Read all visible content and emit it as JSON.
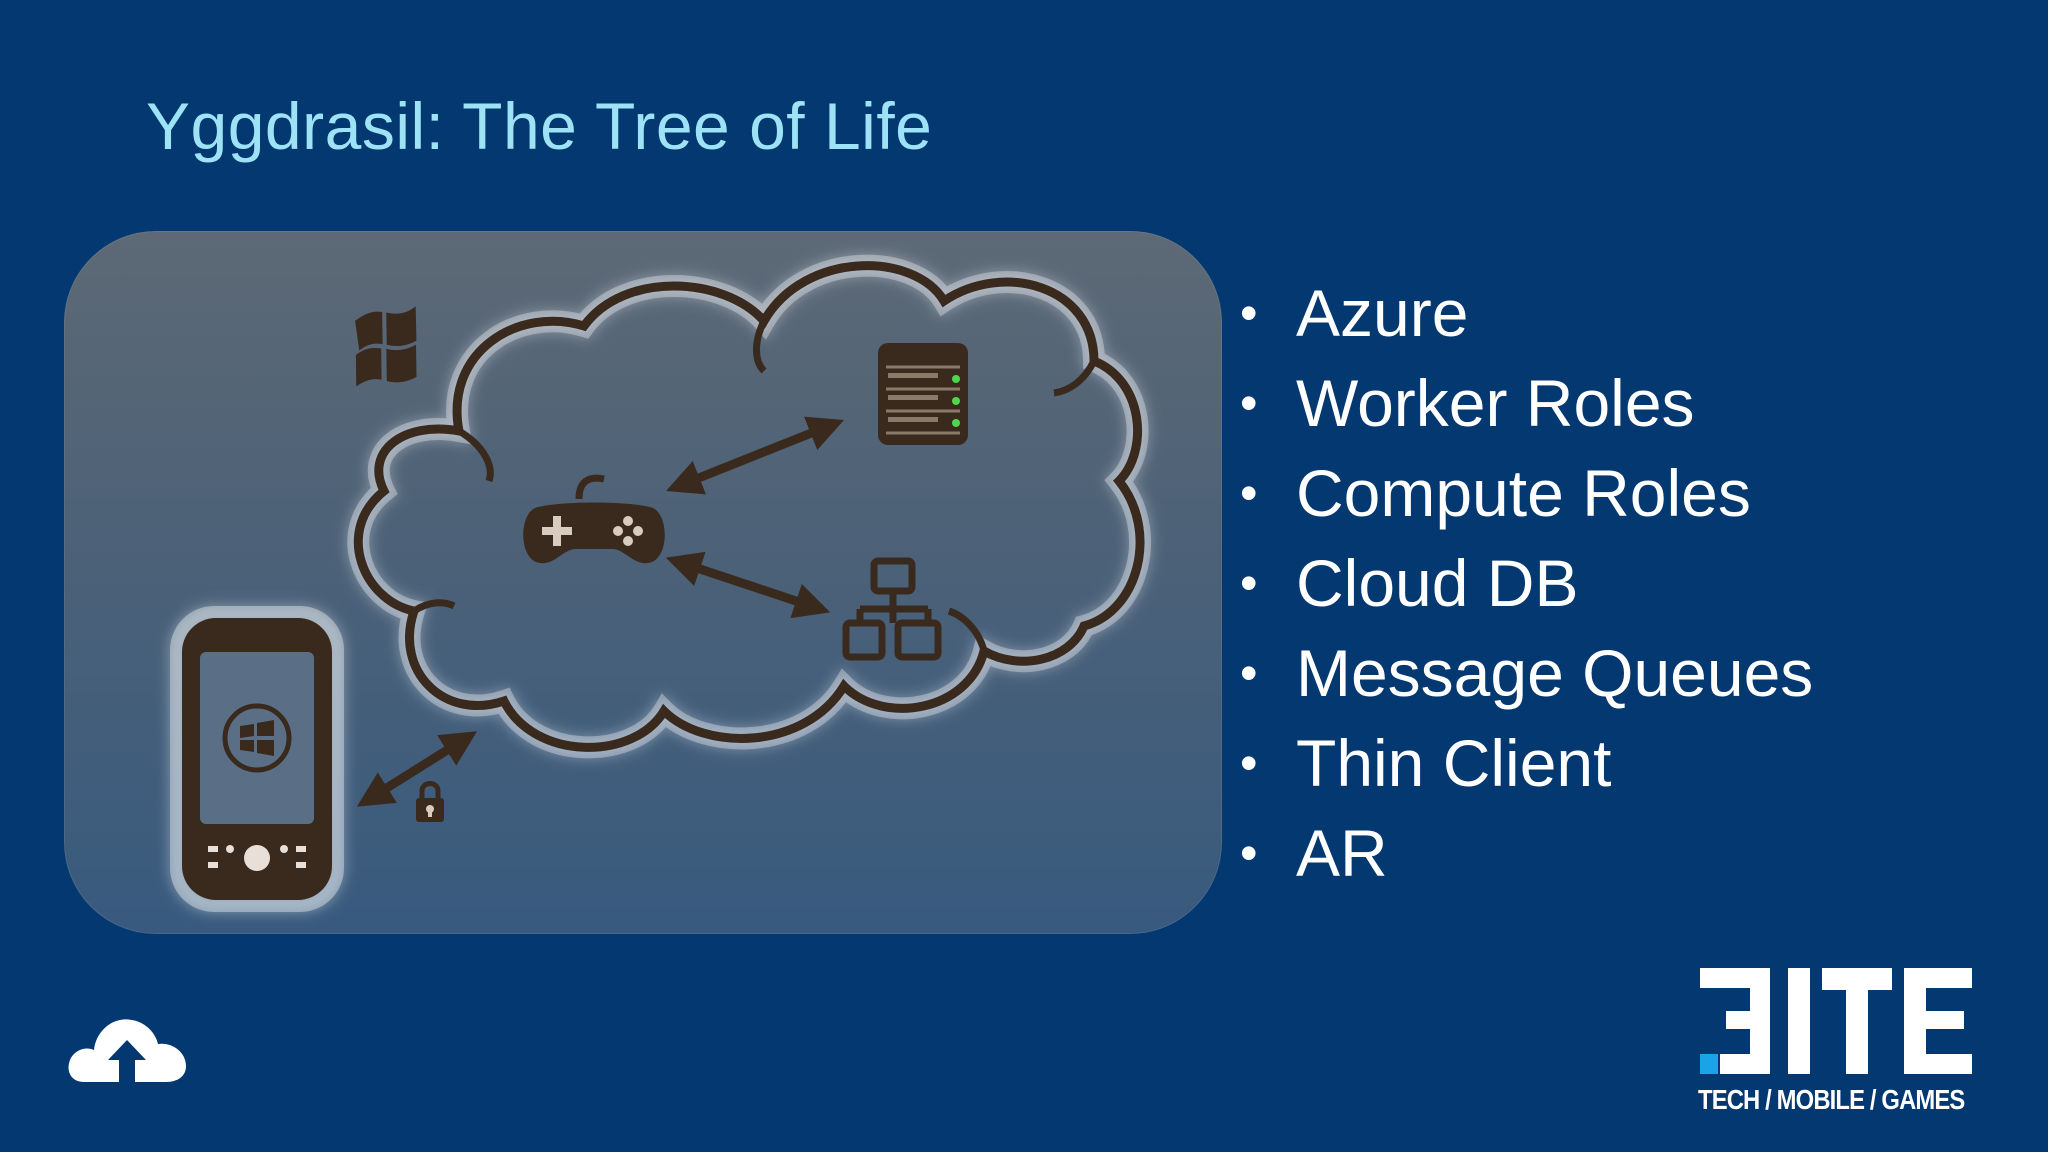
{
  "slide": {
    "title": "Yggdrasil: The Tree of Life",
    "bullets": [
      "Azure",
      "Worker Roles",
      "Compute Roles",
      "Cloud DB",
      "Message Queues",
      "Thin Client",
      "AR"
    ],
    "bullet_glyph": "•"
  },
  "diagram": {
    "icons": [
      "windows-logo-icon",
      "server-icon",
      "gamepad-icon",
      "network-icon",
      "phone-icon",
      "lock-icon",
      "cloud-outline-icon"
    ]
  },
  "branding": {
    "logo_text": "3ITE",
    "tagline": "TECH / MOBILE / GAMES",
    "accent_color": "#1aa3e8"
  },
  "colors": {
    "background": "#043871",
    "title": "#9ee3f5",
    "sketch": "#3a2a1e"
  }
}
